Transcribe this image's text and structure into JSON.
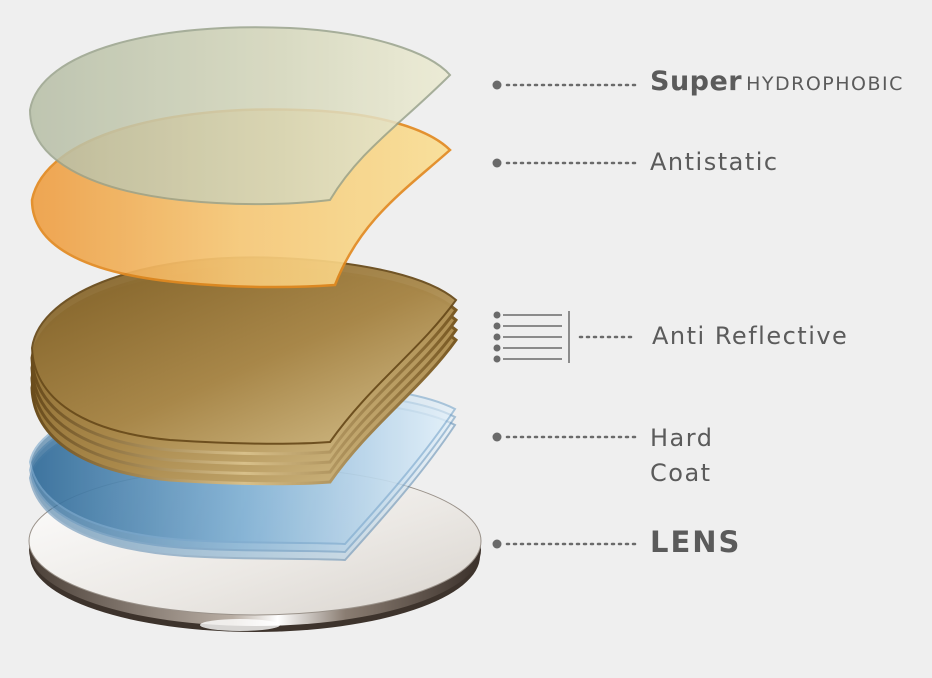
{
  "labels": {
    "super_main": "Super",
    "super_sub": "HYDROPHOBIC",
    "antistatic": "Antistatic",
    "anti_reflective": "Anti Reflective",
    "hard_line1": "Hard",
    "hard_line2": "Coat",
    "lens": "LENS"
  },
  "colors": {
    "background": "#efefef",
    "text": "#5b5b5b",
    "hydrophobic_layer": "#c9cdb0",
    "antistatic_layer": "#f2b458",
    "anti_reflective_layer": "#a9884a",
    "hard_coat_layer": "#a8cde6",
    "lens_base": "#e7e4e0",
    "connector": "#6a6a6a"
  }
}
